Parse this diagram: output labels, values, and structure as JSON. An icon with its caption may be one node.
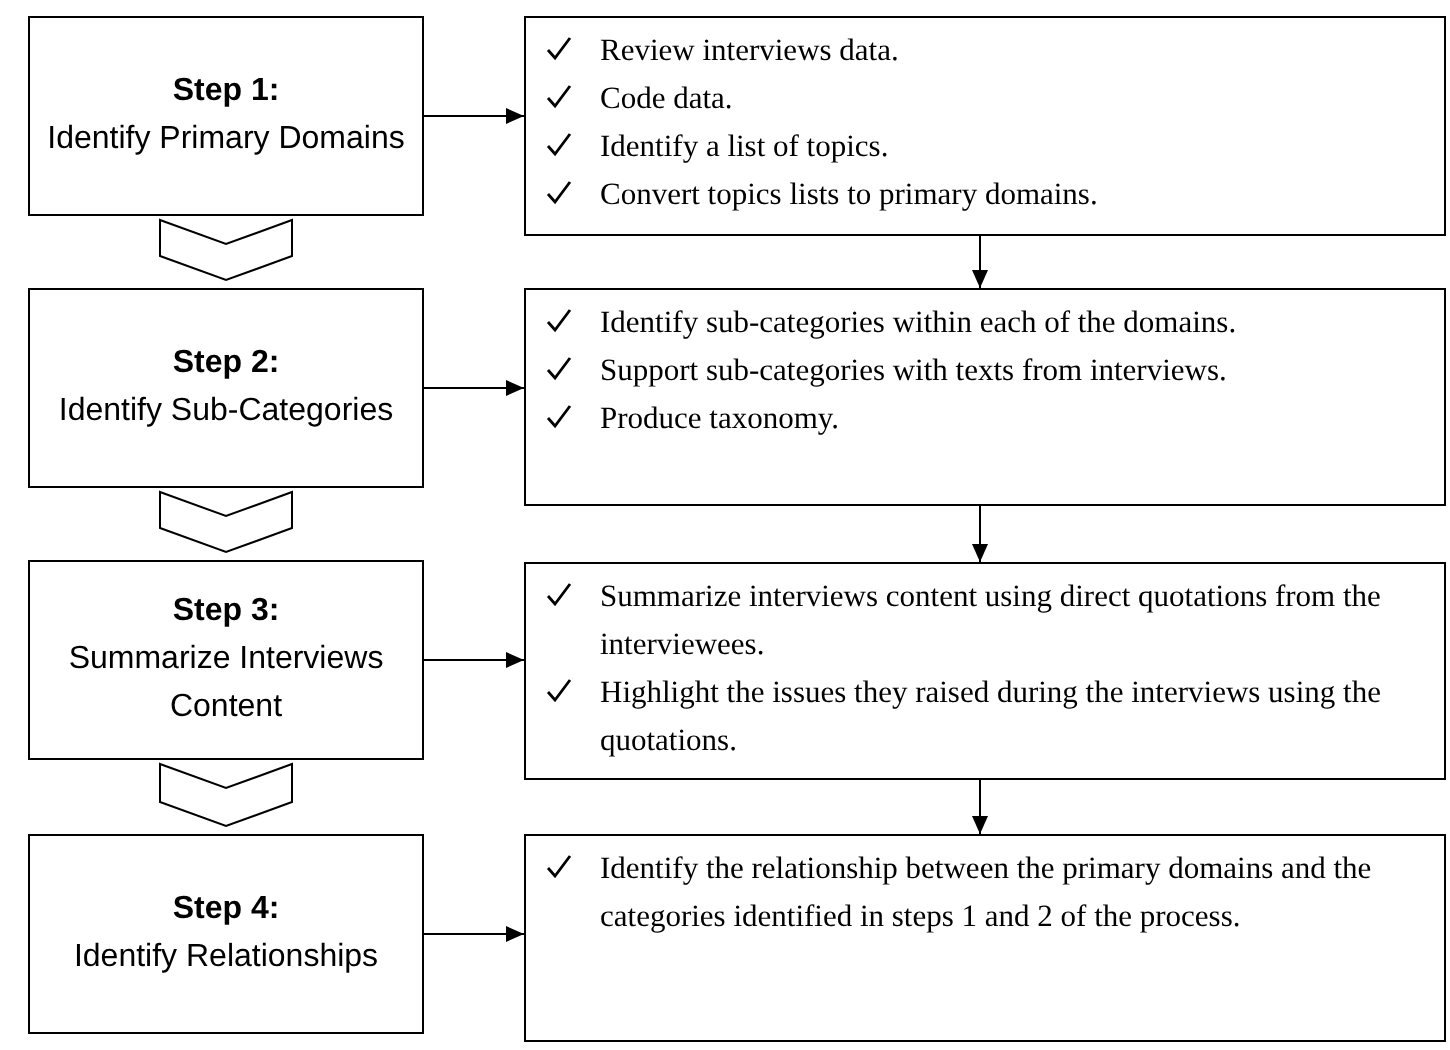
{
  "diagram": {
    "nodes": [
      {
        "text": [
          "Step 1:",
          "Identify Primary Domains"
        ]
      },
      {
        "text": [
          "Review interviews data.",
          "Code data.",
          "Identify a list of topics.",
          "Convert topics lists to primary domains."
        ]
      },
      {
        "text": [
          "Step 2:",
          "Identify Sub-Categories"
        ]
      },
      {
        "text": [
          "Identify sub-categories within each of the domains.",
          "Support sub-categories with texts from interviews.",
          "Produce taxonomy."
        ]
      },
      {
        "text": [
          "Step 3:",
          "Summarize Interviews Content"
        ]
      },
      {
        "text": [
          "Summarize interviews content using direct quotations from the interviewees.",
          "Highlight the issues they raised during the interviews using the quotations."
        ]
      },
      {
        "text": [
          "Step 4:",
          "Identify Relationships"
        ]
      },
      {
        "text": [
          "Identify the relationship between the primary domains and the categories identified in steps 1 and 2 of the process."
        ]
      }
    ],
    "edges": [
      {
        "from": 0,
        "to": 1,
        "arrow": "to"
      },
      {
        "from": 2,
        "to": 3,
        "arrow": "to"
      },
      {
        "from": 4,
        "to": 5,
        "arrow": "to"
      },
      {
        "from": 6,
        "to": 7,
        "arrow": "to"
      },
      {
        "from": 1,
        "to": 3,
        "arrow": "to"
      },
      {
        "from": 3,
        "to": 5,
        "arrow": "to"
      },
      {
        "from": 5,
        "to": 7,
        "arrow": "to"
      },
      {
        "from": 0,
        "to": 2,
        "arrow": "to"
      },
      {
        "from": 2,
        "to": 4,
        "arrow": "to"
      },
      {
        "from": 4,
        "to": 6,
        "arrow": "to"
      }
    ]
  }
}
